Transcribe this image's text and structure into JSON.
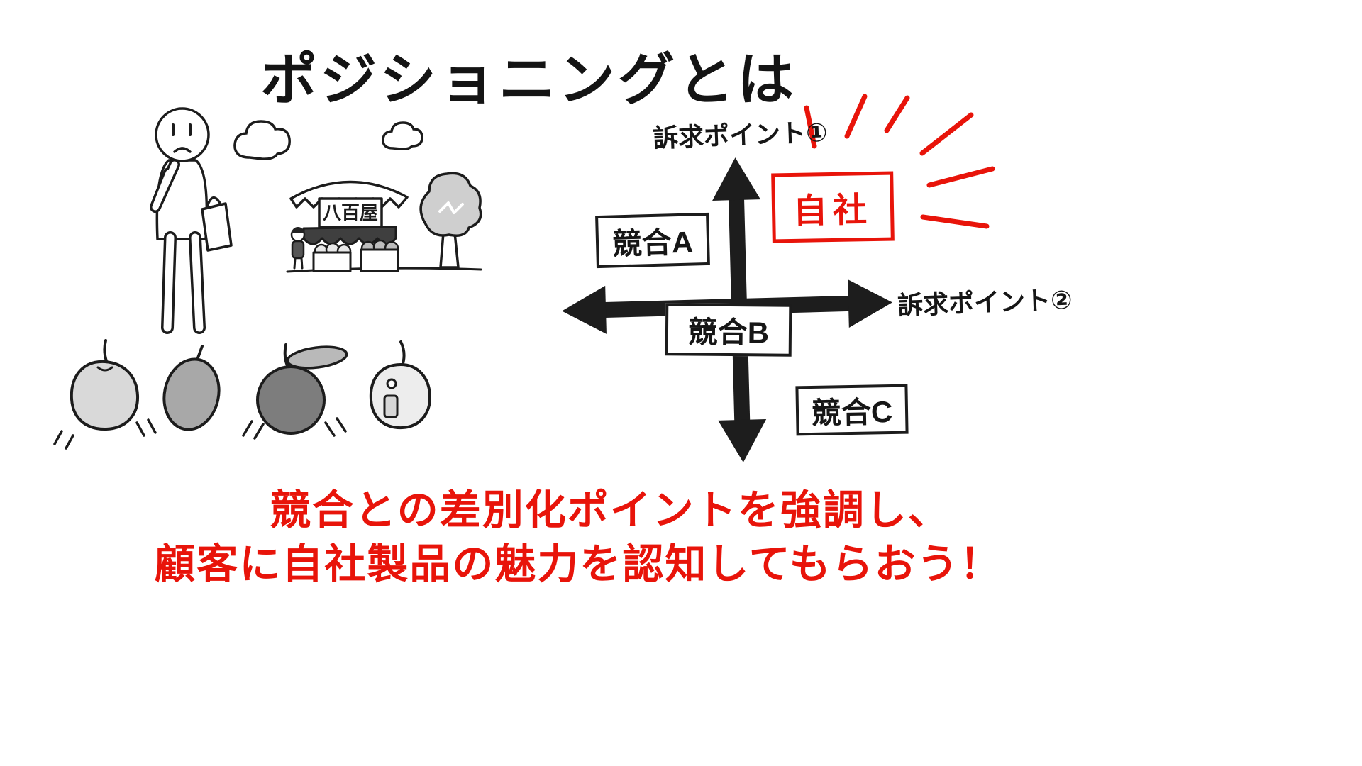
{
  "title": "ポジショニングとは",
  "illustration": {
    "shop_sign": "八百屋"
  },
  "diagram": {
    "axis1_label": "訴求ポイント①",
    "axis2_label": "訴求ポイント②",
    "competitor_a": "競合A",
    "competitor_b": "競合B",
    "competitor_c": "競合C",
    "own_company": "自社"
  },
  "message": {
    "line1": "競合との差別化ポイントを強調し、",
    "line2": "顧客に自社製品の魅力を認知してもらおう！"
  },
  "colors": {
    "accent_red": "#e8140a",
    "ink_black": "#1c1c1c",
    "fruit_light": "#d9d9d9",
    "fruit_medium": "#a8a8a8",
    "fruit_dark": "#7d7d7d",
    "tree_gray": "#cfcfcf"
  }
}
